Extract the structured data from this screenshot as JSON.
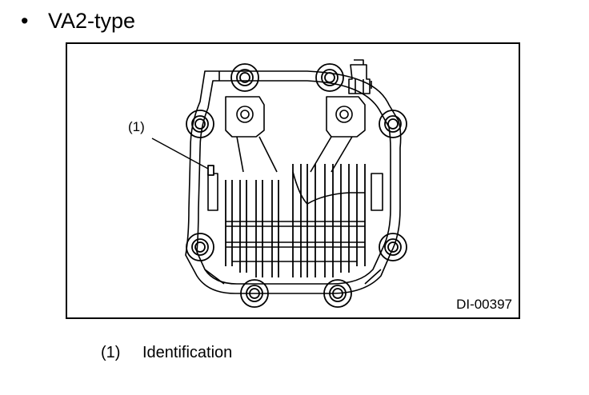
{
  "heading": {
    "bullet": "•",
    "title": "VA2-type"
  },
  "figure": {
    "callout_label": "(1)",
    "figure_id": "DI-00397",
    "icon": "differential-rear-cover-drawing"
  },
  "caption": {
    "number": "(1)",
    "text": "Identification"
  }
}
